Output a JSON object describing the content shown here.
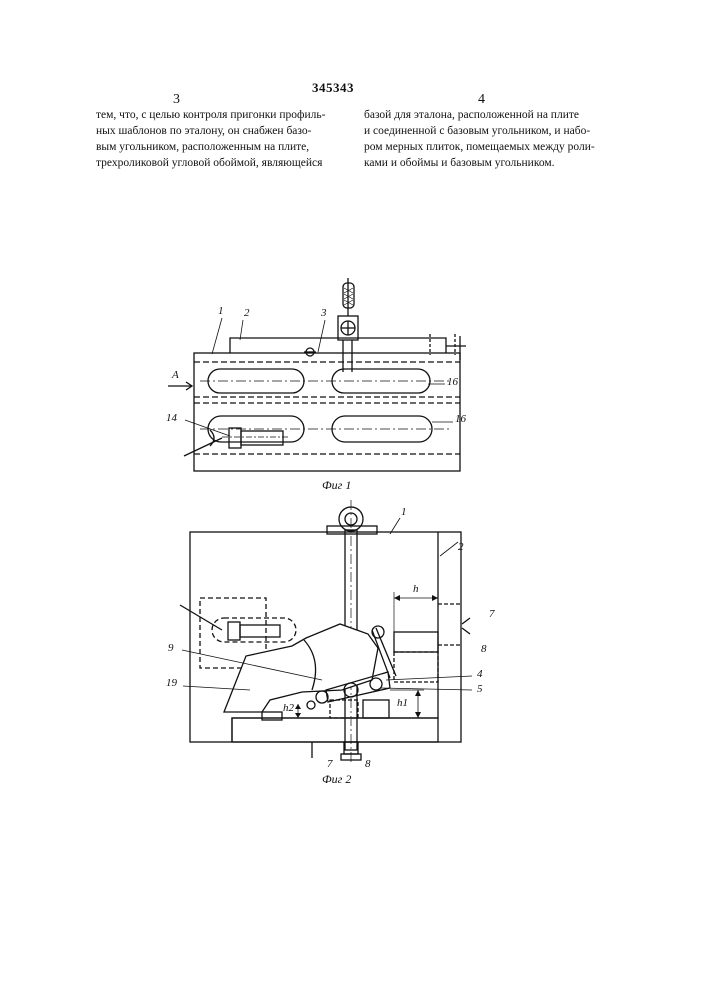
{
  "patent_number": "345343",
  "column_numbers": {
    "left": "3",
    "right": "4"
  },
  "left_column": [
    "тем, что, с целью контроля пригонки профиль-",
    "ных шаблонов по эталону, он снабжен базо-",
    "вым угольником, расположенным на плите,",
    "трехроликовой угловой обоймой, являющейся"
  ],
  "right_column": [
    "базой для эталона, расположенной на плите",
    "и соединенной с базовым угольником, и набо-",
    "ром мерных плиток, помещаемых между роли-",
    "ками и обоймы и базовым угольником."
  ],
  "figure1": {
    "caption": "Фиг 1",
    "labels": {
      "l1": "1",
      "l2": "2",
      "l3": "3",
      "arrow": "A",
      "l14": "14",
      "l16a": "16",
      "l16b": "16"
    }
  },
  "figure2": {
    "caption": "Фиг 2",
    "labels": {
      "l1": "1",
      "l2": "2",
      "h": "h",
      "l7a": "7",
      "l8a": "8",
      "l9": "9",
      "l4": "4",
      "l5": "5",
      "h1": "h1",
      "l19": "19",
      "h2": "h2",
      "l8b": "8",
      "l7b": "7"
    }
  }
}
